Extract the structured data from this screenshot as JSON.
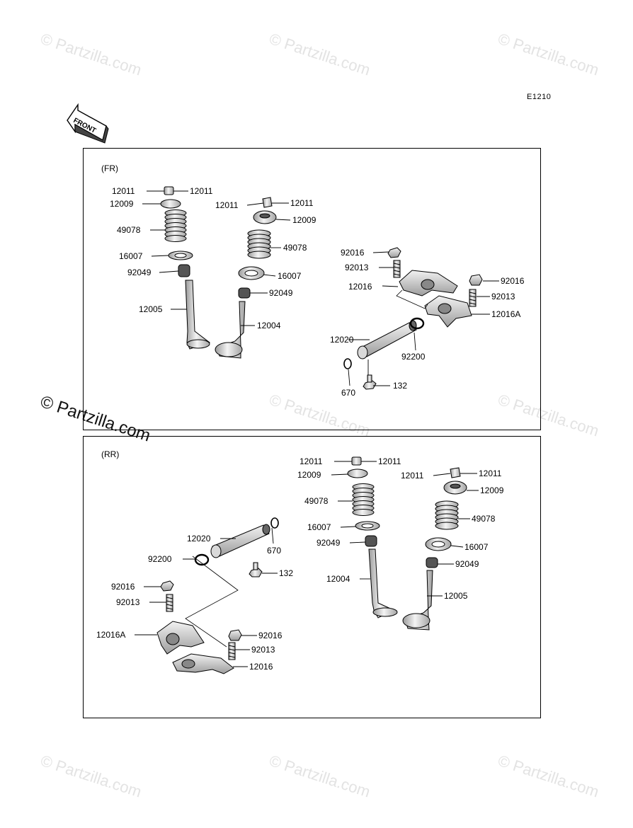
{
  "watermark": {
    "text": "© Partzilla.com"
  },
  "diagram_code": "E1210",
  "front_arrow": {
    "label": "FRONT"
  },
  "panels": {
    "fr": {
      "label": "(FR)",
      "parts": {
        "l12011a": "12011",
        "l12011b": "12011",
        "l12009a": "12009",
        "l49078a": "49078",
        "l16007a": "16007",
        "l92049a": "92049",
        "l12005": "12005",
        "r12011a": "12011",
        "r12011b": "12011",
        "r12009": "12009",
        "r49078": "49078",
        "r16007": "16007",
        "r92049": "92049",
        "r12004": "12004",
        "a92016a": "92016",
        "a92013a": "92013",
        "a12016": "12016",
        "a92016b": "92016",
        "a92013b": "92013",
        "a12016A": "12016A",
        "s12020": "12020",
        "s92200": "92200",
        "s670": "670",
        "s132": "132"
      }
    },
    "rr": {
      "label": "(RR)",
      "parts": {
        "v12011a": "12011",
        "v12011b": "12011",
        "v12009a": "12009",
        "v49078a": "49078",
        "v16007a": "16007",
        "v92049a": "92049",
        "v12004": "12004",
        "w12011a": "12011",
        "w12011b": "12011",
        "w12009": "12009",
        "w49078": "49078",
        "w16007": "16007",
        "w92049": "92049",
        "w12005": "12005",
        "s12020": "12020",
        "s670": "670",
        "s92200": "92200",
        "s132": "132",
        "a92016a": "92016",
        "a92013a": "92013",
        "a12016A": "12016A",
        "a92016b": "92016",
        "a92013b": "92013",
        "a12016": "12016"
      }
    }
  }
}
